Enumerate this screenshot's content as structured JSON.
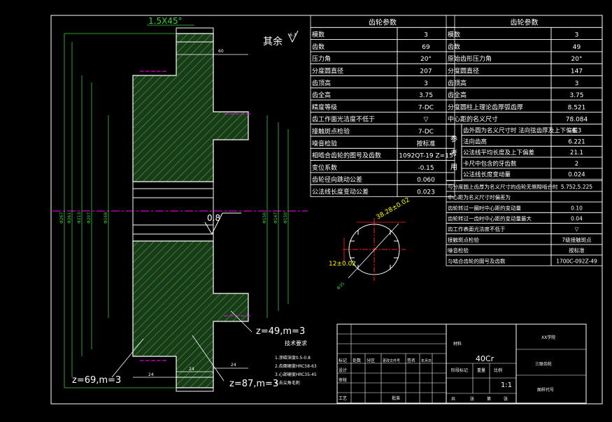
{
  "drawing": {
    "chamfer_note": "1.5X45°",
    "surface_note": "其余",
    "roughness_main": "6.3",
    "roughness_bore": "0.8",
    "gear_label_left": "z=69,m=3",
    "gear_label_mid": "z=87,m=3",
    "gear_label_right": "z=49,m=3",
    "dims_vertical": [
      "Φ267",
      "Φ261",
      "Φ213",
      "Φ207",
      "Φ168"
    ],
    "dims_vertical_right": [
      "Φ156",
      "Φ147",
      "Φ150"
    ],
    "dim_top": "60",
    "dim_bottom_a": "24",
    "dim_bottom_b": "24",
    "dim_right_bottom": "24",
    "spline_dim_top": "38.28±0.02",
    "spline_dim_left": "12±0.02",
    "spline_dim_diag": "Φ35",
    "tech_title": "技术要求",
    "tech_items": [
      "1.渗碳深度0.5-0.8",
      "2.齿面硬度HRC58-63",
      "3.心部硬度HRC35-45",
      "4.去尖角毛刺"
    ]
  },
  "table_left": {
    "title": "齿轮参数",
    "rows": [
      [
        "模数",
        "3"
      ],
      [
        "齿数",
        "69"
      ],
      [
        "压力角",
        "20°"
      ],
      [
        "分度圆直径",
        "207"
      ],
      [
        "齿顶高",
        "3"
      ],
      [
        "齿全高",
        "3.75"
      ],
      [
        "精度等级",
        "7-DC"
      ],
      [
        "齿工作面光洁度不低于",
        "▽"
      ],
      [
        "接触斑点检验",
        "7-DC"
      ],
      [
        "噪音检验",
        "按标准"
      ],
      [
        "相啮合齿轮的图号及齿数",
        "1092QT-19 Z=15"
      ],
      [
        "变位系数",
        "-0.15"
      ],
      [
        "齿轮径向跳动公差",
        "0.060"
      ],
      [
        "公法线长度变动公差",
        "0.023"
      ]
    ]
  },
  "table_right": {
    "title": "齿轮参数",
    "rows": [
      [
        "模数",
        "3"
      ],
      [
        "齿数",
        "49"
      ],
      [
        "原始齿形压力角",
        "20°"
      ],
      [
        "分度圆直径",
        "147"
      ],
      [
        "齿顶高",
        "3"
      ],
      [
        "齿全高",
        "3.75"
      ],
      [
        "分度圆柱上理论齿厚弧齿厚",
        "8.521"
      ],
      [
        "中心距的名义尺寸",
        "78.084"
      ]
    ],
    "side_label": "参考用",
    "ref_rows": [
      [
        "齿外圆为名义尺寸时 法向弦齿厚及上下偏差",
        "6.3"
      ],
      [
        "法向齿高",
        "6.221"
      ],
      [
        "公法线平均长度及上下偏差",
        "21.1"
      ],
      [
        "卡尺中包含的牙齿数",
        "2"
      ],
      [
        "公法线长度变动量",
        "0.024"
      ]
    ],
    "rows2": [
      [
        "与分度圆上齿厚为名义尺寸的齿轮无侧隙啮合时",
        "5.752,5.225"
      ],
      [
        "中心距为名义尺寸时偏差为",
        ""
      ],
      [
        "齿轮转过一圈时中心距的变动量",
        "0.10"
      ],
      [
        "齿轮转过一齿时中心距的变动量最大",
        "0.04"
      ],
      [
        "齿工作表面光洁度不低于",
        "▽"
      ],
      [
        "接触斑点检验",
        "7级接触斑点"
      ],
      [
        "噪音检验",
        "按标准"
      ],
      [
        "与啮合齿轮的图号及齿数",
        "1700C-092Z-49"
      ]
    ]
  },
  "title_block": {
    "material": "40Cr",
    "company": "XX学院",
    "part_name": "三联齿轮",
    "scale": "1:1",
    "drawing_no": "图样代号",
    "material_label": "材料",
    "row_labels": [
      "标记",
      "设计",
      "审核",
      "工艺"
    ],
    "col_labels": [
      "处数",
      "分区",
      "更改文件号",
      "签名",
      "年月日"
    ],
    "stage_labels": [
      "阶段标记",
      "重量",
      "比例"
    ],
    "sheet_labels": [
      "共",
      "张",
      "第",
      "张"
    ],
    "approve": "批准"
  },
  "colors": {
    "outline": "#ffffff",
    "hatch": "#3dcf3d",
    "dimension": "#00c8c8",
    "center": "#ff00ff",
    "part": "#ffff00",
    "red": "#ff2020"
  }
}
